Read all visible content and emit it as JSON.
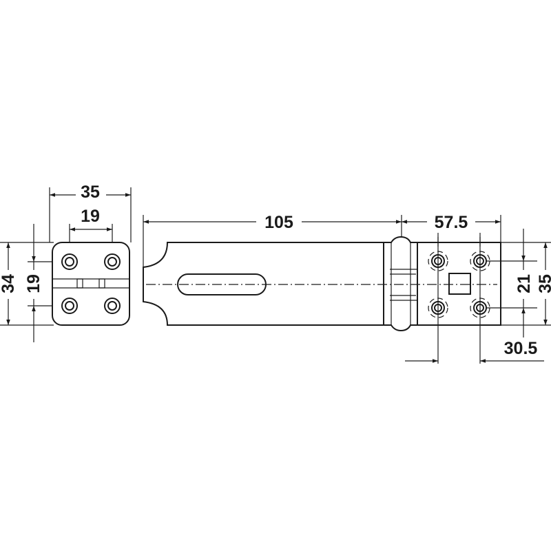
{
  "drawing": {
    "colors": {
      "line": "#1a1a1a",
      "background": "#ffffff"
    },
    "dimensions": {
      "front_width": "35",
      "front_hole_spacing_h": "19",
      "front_height": "34",
      "front_hole_spacing_v": "19",
      "hasp_length": "105",
      "staple_length": "57.5",
      "staple_hole_spacing_v": "21",
      "staple_height": "35",
      "staple_hole_offset": "30.5"
    }
  }
}
